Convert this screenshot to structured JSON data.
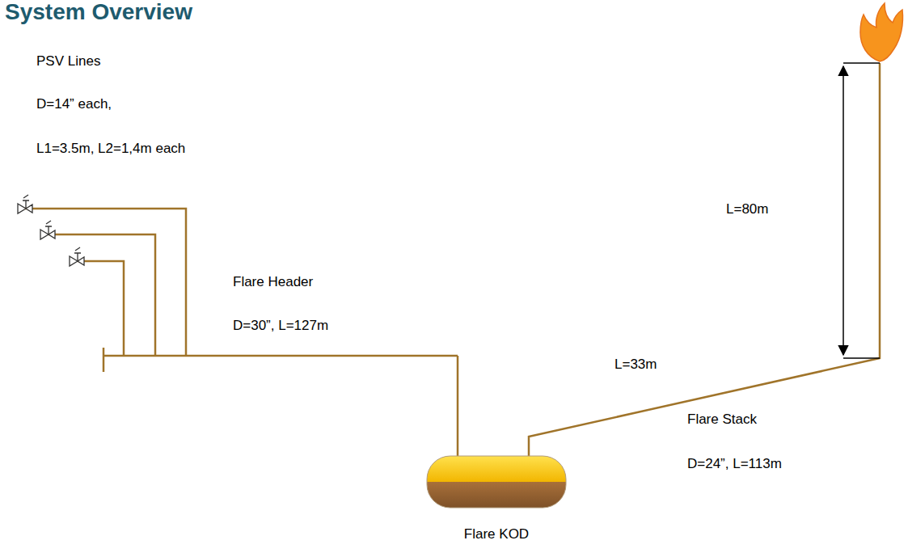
{
  "diagram": {
    "title": "System Overview",
    "nodes": [
      {
        "text": [
          "Flare KOD"
        ]
      }
    ],
    "labels": [
      "PSV Lines",
      "D=14” each,",
      "L1=3.5m, L2=1,4m each",
      "Flare Header",
      "D=30”, L=127m",
      "L=80m",
      "L=33m",
      "Flare Stack",
      "D=24”, L=113m"
    ]
  }
}
